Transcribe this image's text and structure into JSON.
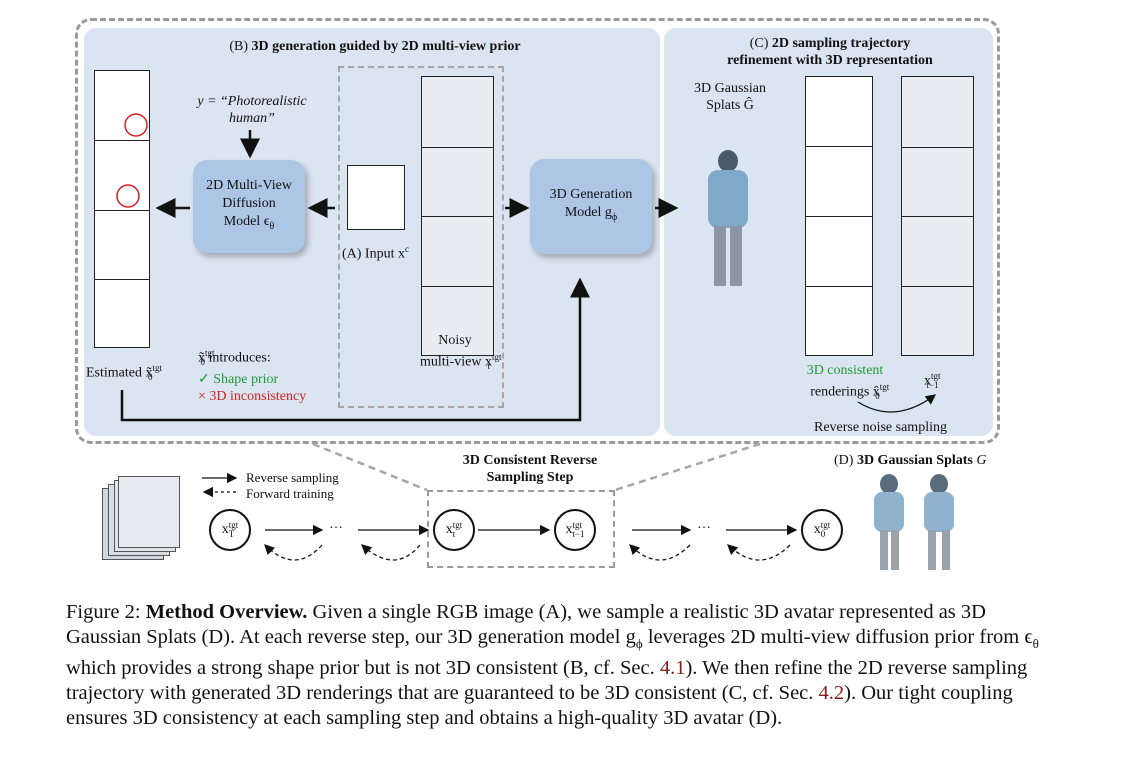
{
  "panels": {
    "b_title_prefix": "(B) ",
    "b_title_bold": "3D generation guided by 2D multi-view prior",
    "c_title_line1_prefix": "(C) ",
    "c_title_line1_bold": "2D sampling trajectory",
    "c_title_line2_bold": "refinement with 3D representation"
  },
  "prompt": {
    "line1": "y = “Photorealistic",
    "line2": "human”"
  },
  "diffusion_model": {
    "line1": "2D Multi-View",
    "line2": "Diffusion",
    "line3": "Model ϵ",
    "sub": "θ"
  },
  "input_label": {
    "text": "(A) Input x",
    "sup": "c"
  },
  "noisy_label": {
    "line1": "Noisy",
    "line2": "multi-view x",
    "sup": "tgt",
    "sub": "t"
  },
  "generation_model": {
    "line1": "3D Generation",
    "line2": "Model g",
    "sub": "ϕ"
  },
  "estimated_label": {
    "text": "Estimated x̃",
    "sup": "tgt",
    "sub": "0"
  },
  "introduces": {
    "head": "x̃",
    "head_sup": "tgt",
    "head_sub": "0",
    "head_tail": " introduces:",
    "check": "✓",
    "shape": "Shape prior",
    "cross": "×",
    "inconsistency": "3D inconsistency"
  },
  "gaussian_label": {
    "line1": "3D Gaussian",
    "line2": "Splats Ĝ"
  },
  "consistent": {
    "line1": "3D consistent",
    "line2": "renderings x̂",
    "sup": "tgt",
    "sub": "0"
  },
  "xt1_label": {
    "text": "x",
    "sup": "tgt",
    "sub": "t−1"
  },
  "reverse_noise": "Reverse noise sampling",
  "legend": {
    "reverse": "Reverse sampling",
    "forward": "Forward training"
  },
  "step_title": {
    "line1": "3D Consistent Reverse",
    "line2": "Sampling Step"
  },
  "d_title": {
    "prefix": "(D) ",
    "bold": "3D Gaussian Splats ",
    "italic": "G"
  },
  "nodes": [
    {
      "base": "x",
      "sup": "tgt",
      "sub": "T"
    },
    {
      "base": "x",
      "sup": "tgt",
      "sub": "t"
    },
    {
      "base": "x",
      "sup": "tgt",
      "sub": "t−1"
    },
    {
      "base": "x",
      "sup": "tgt",
      "sub": "0"
    }
  ],
  "ellipsis": "···",
  "caption": {
    "label": "Figure 2: ",
    "bold": "Method Overview.",
    "part1": " Given a single RGB image (A), we sample a realistic 3D avatar represented as 3D Gaussian Splats (D). At each reverse step, our 3D generation model g",
    "sub1": "ϕ",
    "part2": " leverages 2D multi-view diffusion prior from ϵ",
    "sub2": "θ",
    "part3": " which provides a strong shape prior but is not 3D consistent (B, cf. Sec. ",
    "ref1": "4.1",
    "part4": "). We then refine the 2D reverse sampling trajectory with generated 3D renderings that are guaranteed to be 3D consistent (C, cf. Sec. ",
    "ref2": "4.2",
    "part5": "). Our tight coupling ensures 3D consistency at each sampling step and obtains a high-quality 3D avatar (D)."
  },
  "colors": {
    "panel": "#dbe4f1",
    "model_box": "#aec6e6",
    "green": "#1f9a37",
    "red": "#d21f1f",
    "accent_jacket": "#2ab5d6"
  }
}
